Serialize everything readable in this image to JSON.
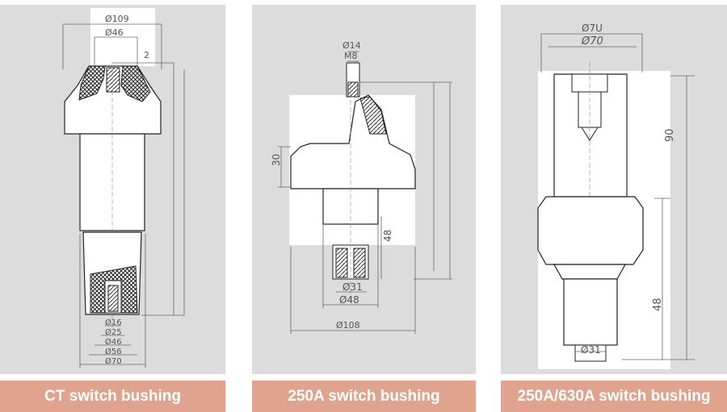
{
  "panels": [
    {
      "caption": "CT switch bushing",
      "dims": {
        "d109": "Ø109",
        "d46_top": "Ø46",
        "two": "2",
        "d16": "Ø16",
        "d25": "Ø25",
        "d46_bottom": "Ø46",
        "d56": "Ø56",
        "d70": "Ø70"
      }
    },
    {
      "caption": "250A switch bushing",
      "dims": {
        "d14": "Ø14",
        "m8": "M8",
        "thirty": "30",
        "fortyeight": "48",
        "d31": "Ø31",
        "d48": "Ø48",
        "d108": "Ø108"
      }
    },
    {
      "caption": "250A/630A switch bushing",
      "dims": {
        "d70u": "Ø7U",
        "d70": "Ø70",
        "ninety": "90",
        "fortyeight": "48",
        "d31": "Ø31"
      }
    }
  ]
}
